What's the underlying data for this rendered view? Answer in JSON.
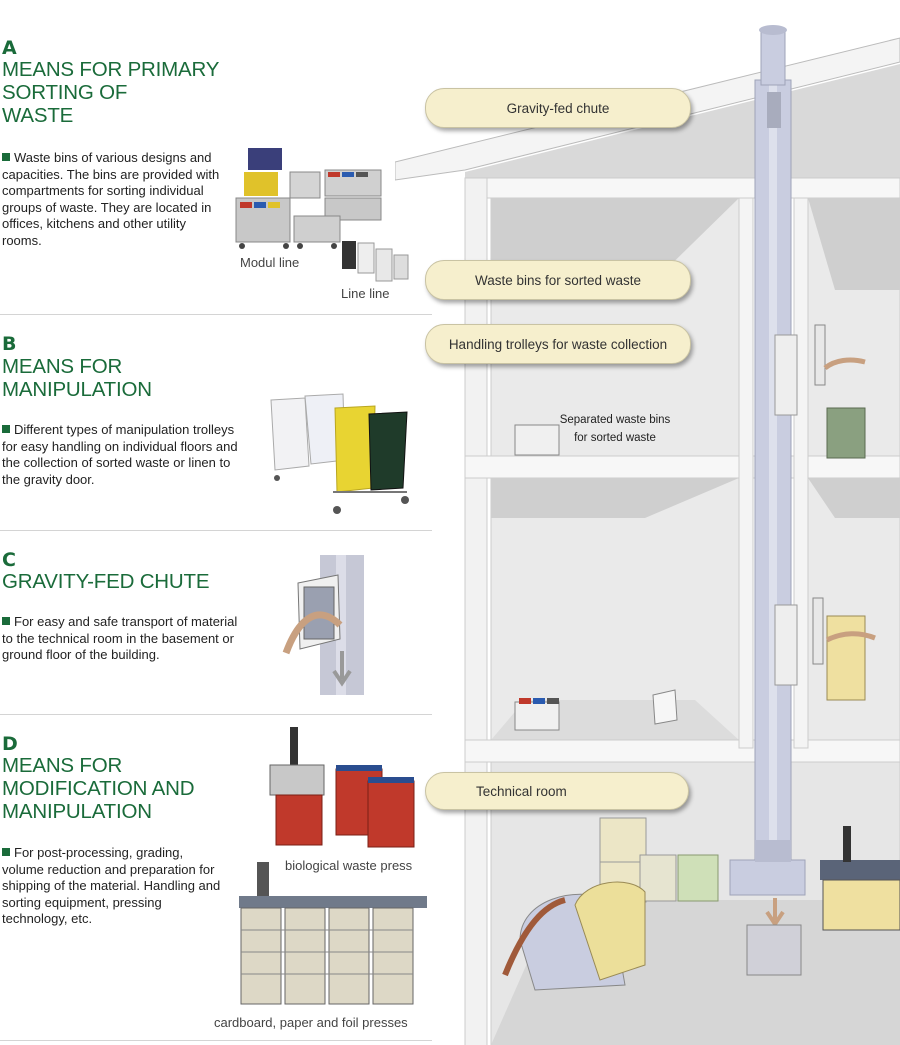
{
  "sections": [
    {
      "letter": "A",
      "title_lines": [
        "MEANS FOR PRIMARY",
        "SORTING OF",
        "WASTE"
      ],
      "description": "Waste bins of various designs and capacities. The bins are provided with compartments for sorting individual groups of waste. They are located in offices, kitchens and other utility rooms.",
      "captions": [
        "Modul line",
        "Line line"
      ]
    },
    {
      "letter": "B",
      "title_lines": [
        "MEANS FOR",
        "MANIPULATION"
      ],
      "description": "Different types of manipulation trolleys for easy handling on individual floors and the collection of sorted waste or linen to the gravity door.",
      "captions": []
    },
    {
      "letter": "C",
      "title_lines": [
        "GRAVITY-FED CHUTE"
      ],
      "description": "For easy and safe transport of material to the technical room in the basement or ground floor of the building.",
      "captions": []
    },
    {
      "letter": "D",
      "title_lines": [
        "MEANS FOR",
        "MODIFICATION AND",
        "MANIPULATION"
      ],
      "description": "For post-processing, grading, volume reduction and preparation for shipping of the material. Handling and sorting equipment, pressing technology, etc.",
      "captions": [
        "biological waste press",
        "cardboard, paper and foil presses"
      ]
    }
  ],
  "callouts": {
    "gravity_chute": "Gravity-fed chute",
    "waste_bins": "Waste bins for sorted waste",
    "trolleys": "Handling trolleys for waste collection",
    "technical_room": "Technical room"
  },
  "inline_label": [
    "Separated waste bins",
    "for sorted waste"
  ],
  "colors": {
    "heading_green": "#1a6b3a",
    "bubble_fill": "#f6efcd",
    "chute": "#c9cde0",
    "wall": "#e4e4e4"
  }
}
